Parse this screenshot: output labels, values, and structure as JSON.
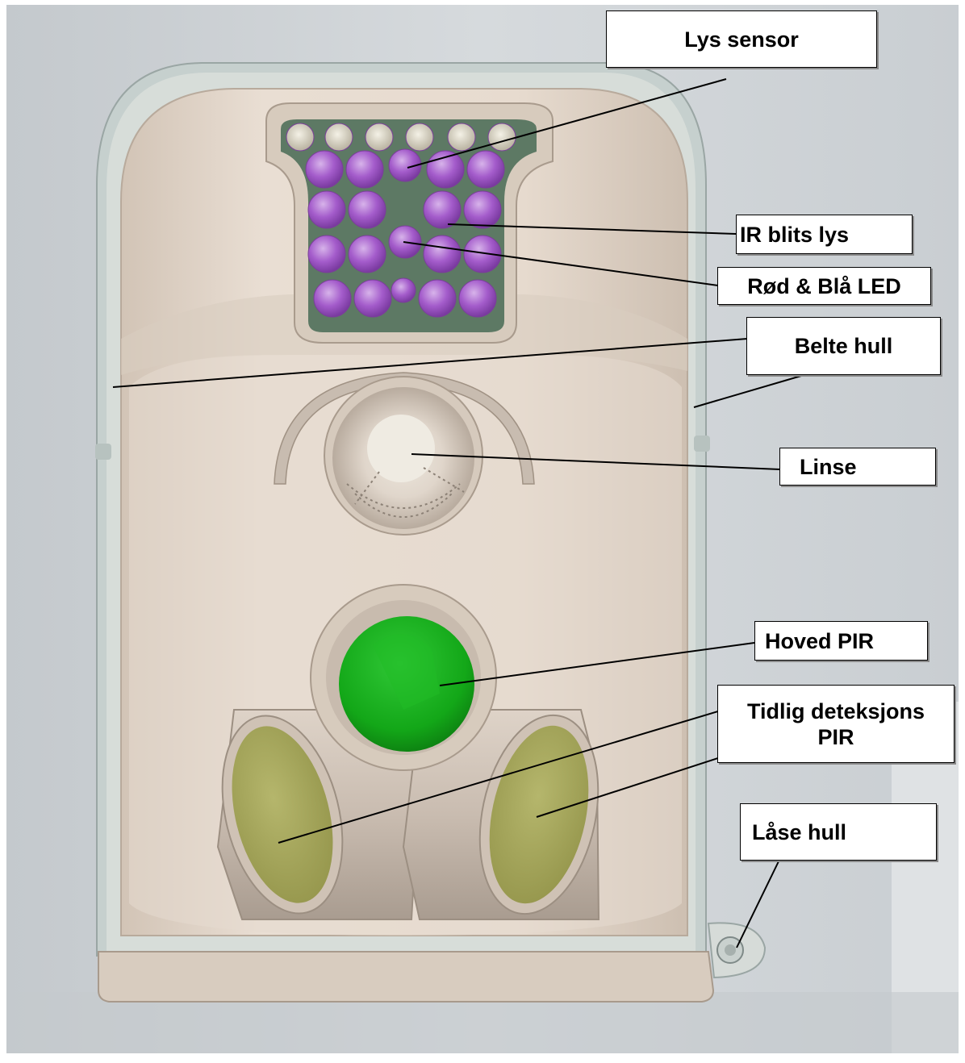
{
  "labels": {
    "lys_sensor": "Lys sensor",
    "ir_blits_lys": "IR blits lys",
    "rod_bla_led": "Rød & Blå LED",
    "belte_hull": "Belte hull",
    "linse": "Linse",
    "hoved_pir": "Hoved PIR",
    "tidlig_line1": "Tidlig deteksjons",
    "tidlig_line2": "PIR",
    "lase_hull": "Låse hull"
  },
  "colors": {
    "background": "#cfd3d6",
    "frame": "#c9d3d1",
    "body": "#e3d7cb",
    "ir_led": "#a257c9",
    "ir_panel": "#5f7a66",
    "main_pir": "#18b11e",
    "side_pir": "#a9aa5c"
  }
}
